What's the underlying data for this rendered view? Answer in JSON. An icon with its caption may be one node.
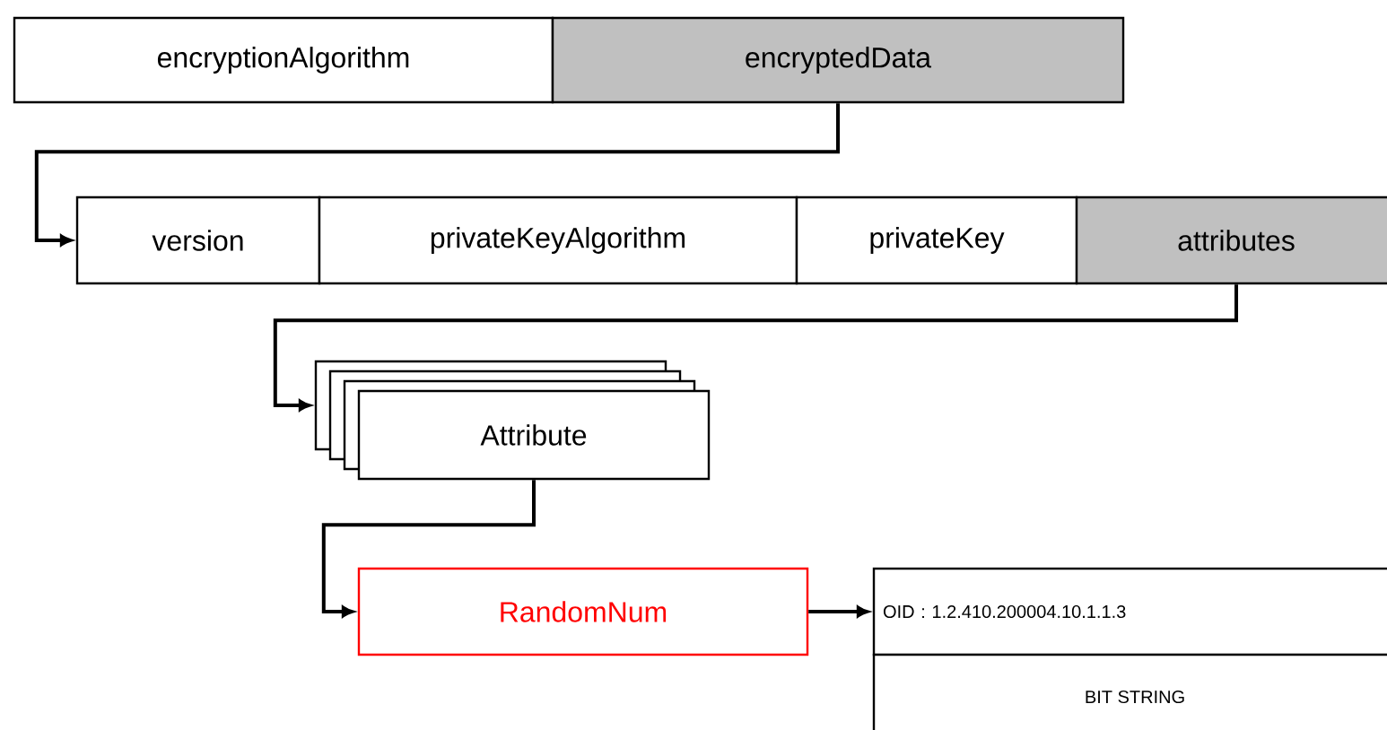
{
  "diagram": {
    "nodes": [
      {
        "text": [
          "encryptionAlgorithm"
        ]
      },
      {
        "text": [
          "encryptedData"
        ]
      },
      {
        "text": [
          "version"
        ]
      },
      {
        "text": [
          "privateKeyAlgorithm"
        ]
      },
      {
        "text": [
          "privateKey"
        ]
      },
      {
        "text": [
          "attributes"
        ]
      },
      {
        "text": [
          "Attribute"
        ]
      },
      {
        "text": [
          "RandomNum"
        ]
      },
      {
        "text": [
          "OID : 1.2.410.200004.10.1.1.3"
        ]
      },
      {
        "text": [
          "BIT STRING"
        ]
      }
    ],
    "edges": [
      {
        "from": 1,
        "to": 2,
        "arrow": "to"
      },
      {
        "from": 5,
        "to": 6,
        "arrow": "to"
      },
      {
        "from": 6,
        "to": 7,
        "arrow": "to"
      },
      {
        "from": 7,
        "to": 8,
        "arrow": "to"
      }
    ]
  }
}
